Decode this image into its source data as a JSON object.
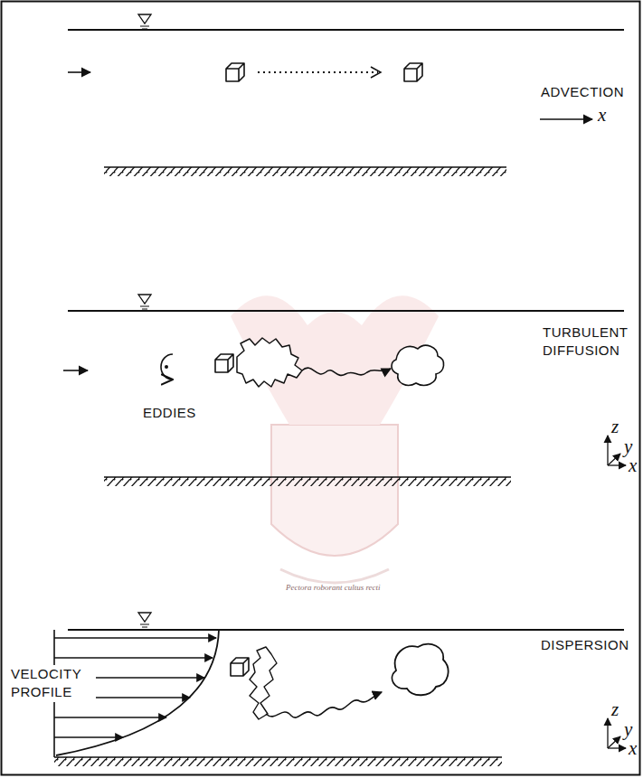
{
  "diagram": {
    "labels": [
      "ADVECTION",
      "x",
      "EDDIES",
      "TURBULENT DIFFUSION",
      "z",
      "y",
      "x",
      "VELOCITY PROFILE",
      "DISPERSION",
      "z",
      "y",
      "x",
      "Pectora roborant cultus recti"
    ]
  }
}
